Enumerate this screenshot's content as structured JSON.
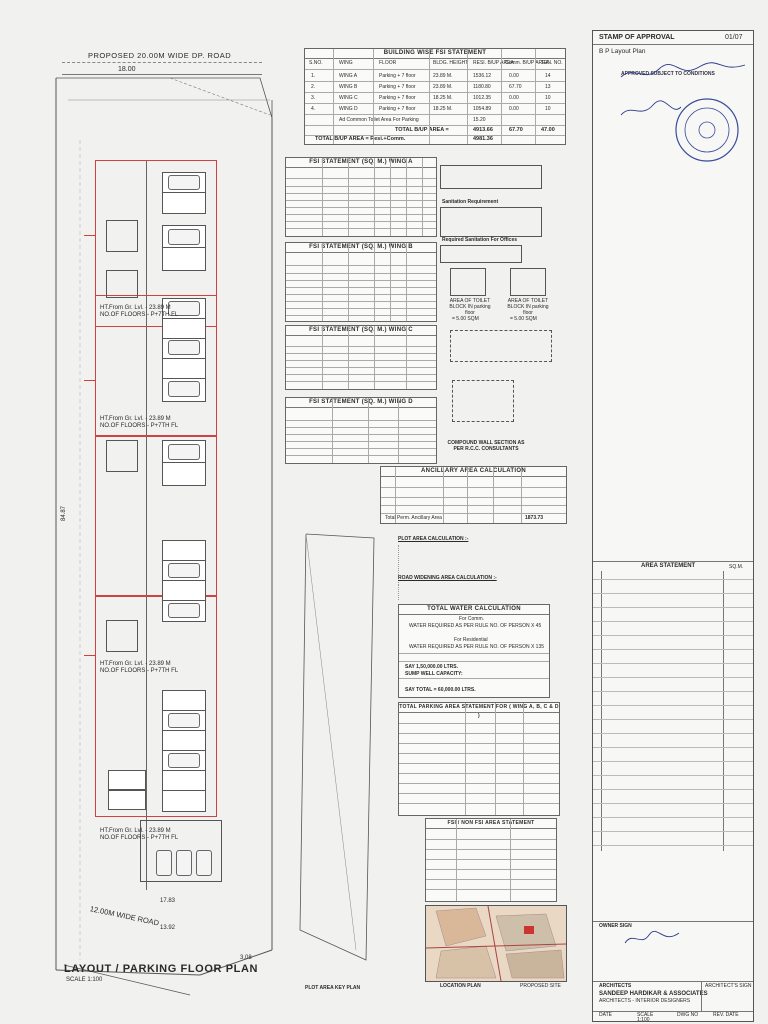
{
  "title_block": {
    "stamp_heading": "STAMP OF APPROVAL",
    "sheet_no": "01/07",
    "plan_type": "B P Layout Plan",
    "approval_text": "APPROVED SUBJECT TO CONDITIONS",
    "area_statement_heading": "AREA STATEMENT",
    "area_unit": "SQ.M.",
    "owner_sign_label": "OWNER SIGN",
    "architect_label": "ARCHITECTS",
    "firm_name": "SANDEEP HARDIKAR & ASSOCIATES",
    "firm_subtitle": "ARCHITECTS - INTERIOR DESIGNERS",
    "architect_sign_label": "ARCHITECT'S SIGN",
    "date_label": "DATE",
    "scale_label": "SCALE",
    "scale_value": "1:100",
    "dwg_label": "DWG NO",
    "rev_label": "REV. DATE"
  },
  "drawing": {
    "top_road": "PROPOSED 20.00M WIDE DP. ROAD",
    "top_width": "18.00",
    "bottom_road": "12.00M WIDE ROAD",
    "bottom_dim_1": "13.92",
    "bottom_dim_2": "3.08",
    "bottom_dim_3": "17.83",
    "side_dim": "84.87",
    "plan_title": "LAYOUT / PARKING FLOOR PLAN",
    "plan_scale": "SCALE 1:100",
    "stilt_label": "HT.From Gr. Lvl. - 23.89 M",
    "floors_label": "NO.OF FLOORS - P+7TH FL",
    "plot_area_plan": "PLOT AREA KEY PLAN",
    "location_plan": "LOCATION PLAN",
    "proposed_site": "PROPOSED SITE"
  },
  "tables": {
    "building_fsi": {
      "title": "BUILDING WISE FSI STATEMENT",
      "headers": [
        "S.NO.",
        "WING",
        "FLOOR",
        "BLDG. HEIGHT",
        "RESI. B/UP AREA",
        "Comm. B/UP AREA",
        "TEN. NO."
      ],
      "rows": [
        [
          "1.",
          "WING A",
          "Parking + 7 floor",
          "23.89 M.",
          "1536.12",
          "0.00",
          "14"
        ],
        [
          "2.",
          "WING B",
          "Parking + 7 floor",
          "23.89 M.",
          "1180.80",
          "67.70",
          "13"
        ],
        [
          "3.",
          "WING C",
          "Parking + 7 floor",
          "18.25 M.",
          "1012.35",
          "0.00",
          "10"
        ],
        [
          "4.",
          "WING D",
          "Parking + 7 floor",
          "18.25 M.",
          "1054.89",
          "0.00",
          "10"
        ]
      ],
      "common_row": "Ad Common Toilet Area For Parking",
      "common_value": "15.20",
      "total_resi_label": "TOTAL B/UP AREA =",
      "total_resi": "4913.66",
      "total_comm": "67.70",
      "total_ten": "47.00",
      "grand_label": "TOTAL B/UP AREA = Resi.+Comm.",
      "grand_value": "4981.36"
    },
    "fsi_a": {
      "title": "FSI STATEMENT (SQ. M.) WING A"
    },
    "fsi_b": {
      "title": "FSI STATEMENT (SQ. M.) WING B"
    },
    "fsi_c": {
      "title": "FSI STATEMENT (SQ. M.) WING C"
    },
    "fsi_d": {
      "title": "FSI STATEMENT (SQ. M.) WING D"
    },
    "sanitation": {
      "title": "Sanitation Requirement",
      "subtitle": "Required Sanitation For Offices"
    },
    "toilet_a": {
      "label": "AREA OF TOILET BLOCK IN parking floor",
      "value": "= 5.00 SQM"
    },
    "toilet_b": {
      "label": "AREA OF TOILET BLOCK IN parking floor",
      "value": "= 5.00 SQM"
    },
    "compound": {
      "label": "COMPOUND WALL SECTION AS PER R.C.C. CONSULTANTS"
    },
    "ancillary": {
      "title": "ANCILLARY AREA CALCULATION",
      "total_label": "Total Perm. Ancillary Area",
      "total_value": "1873.73"
    },
    "plot_area_calc": {
      "title": "PLOT AREA CALCULATION :-"
    },
    "road_widening": {
      "title": "ROAD WIDENING AREA CALCULATION :-"
    },
    "water": {
      "title": "TOTAL WATER CALCULATION",
      "sub1": "For Comm.",
      "sub2": "WATER REQUIRED AS PER RULE NO. OF PERSON X 45",
      "sub3": "For Residential",
      "sub4": "WATER REQUIRED AS PER RULE NO. OF PERSON X 135",
      "total_label": "SAY 1,50,000.00 LTRS.",
      "sump_label": "SUMP WELL CAPACITY:",
      "say_total": "SAY TOTAL = 60,000.00 LTRS."
    },
    "parking": {
      "title": "TOTAL PARKING AREA STATEMENT FOR ( WING A, B, C & D )"
    },
    "fsi_plot": {
      "title": "FSI / NON FSI AREA STATEMENT"
    }
  }
}
